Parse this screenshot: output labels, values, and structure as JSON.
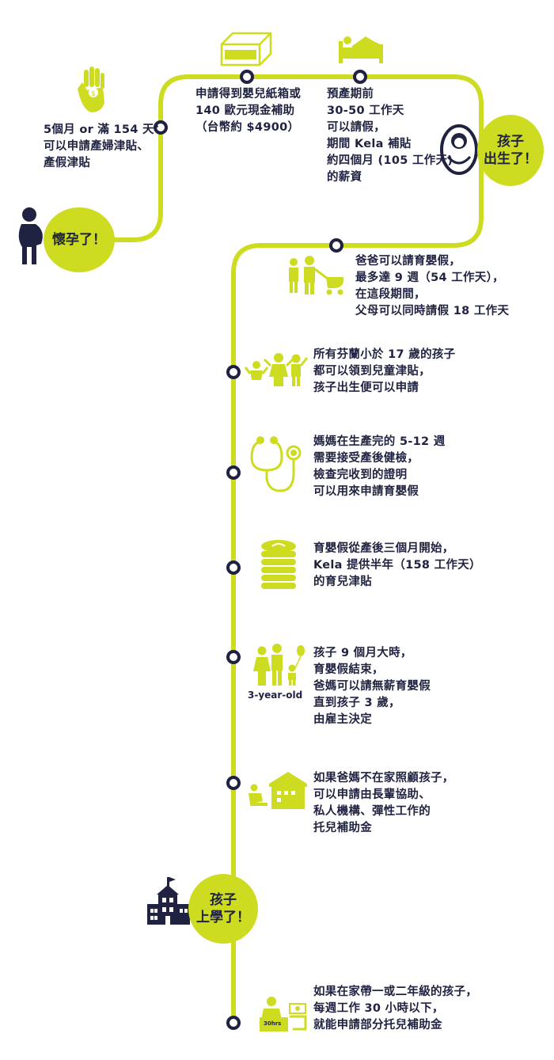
{
  "milestones": {
    "pregnant": "懷孕了！",
    "born": "孩子\n出生了！",
    "school": "孩子\n上學了！"
  },
  "steps": [
    {
      "text": "5個月 or 滿 154 天：\n可以申請產婦津貼、\n產假津貼",
      "icon": "money-hand-icon"
    },
    {
      "text": "申請得到嬰兒紙箱或\n140 歐元現金補助\n（台幣約 $4900）",
      "icon": "baby-box-icon"
    },
    {
      "text": "預產期前\n30-50 工作天\n可以請假，\n期間 Kela 補貼\n約四個月 (105 工作天)\n的薪資",
      "icon": "bed-icon"
    },
    {
      "text": "爸爸可以請育嬰假，\n最多達 9 週（54 工作天），\n在這段期間，\n父母可以同時請假 18 工作天",
      "icon": "father-stroller-icon"
    },
    {
      "text": "所有芬蘭小於 17 歲的孩子\n都可以領到兒童津貼，\n孩子出生便可以申請",
      "icon": "family-children-icon"
    },
    {
      "text": "媽媽在生產完的 5-12 週\n需要接受產後健檢，\n檢查完收到的證明\n可以用來申請育嬰假",
      "icon": "stethoscope-icon"
    },
    {
      "text": "育嬰假從產後三個月開始，\nKela 提供半年（158 工作天）\n的育兒津貼",
      "icon": "coin-stack-icon"
    },
    {
      "text": "孩子 9 個月大時，\n育嬰假結束，\n爸媽可以請無薪育嬰假\n直到孩子 3 歲，\n由雇主決定",
      "icon": "family-balloon-icon"
    },
    {
      "text": "如果爸媽不在家照顧孩子，\n可以申請由長輩協助、\n私人機構、彈性工作的\n托兒補助金",
      "icon": "daycare-house-icon"
    },
    {
      "text": "如果在家帶一或二年級的孩子，\n每週工作 30 小時以下，\n就能申請部分托兒補助金",
      "icon": "worker-money-icon"
    }
  ],
  "age_label": "3-year-old",
  "hours_label": "30hrs",
  "colors": {
    "accent": "#cedc21",
    "dark": "#1f2240"
  }
}
